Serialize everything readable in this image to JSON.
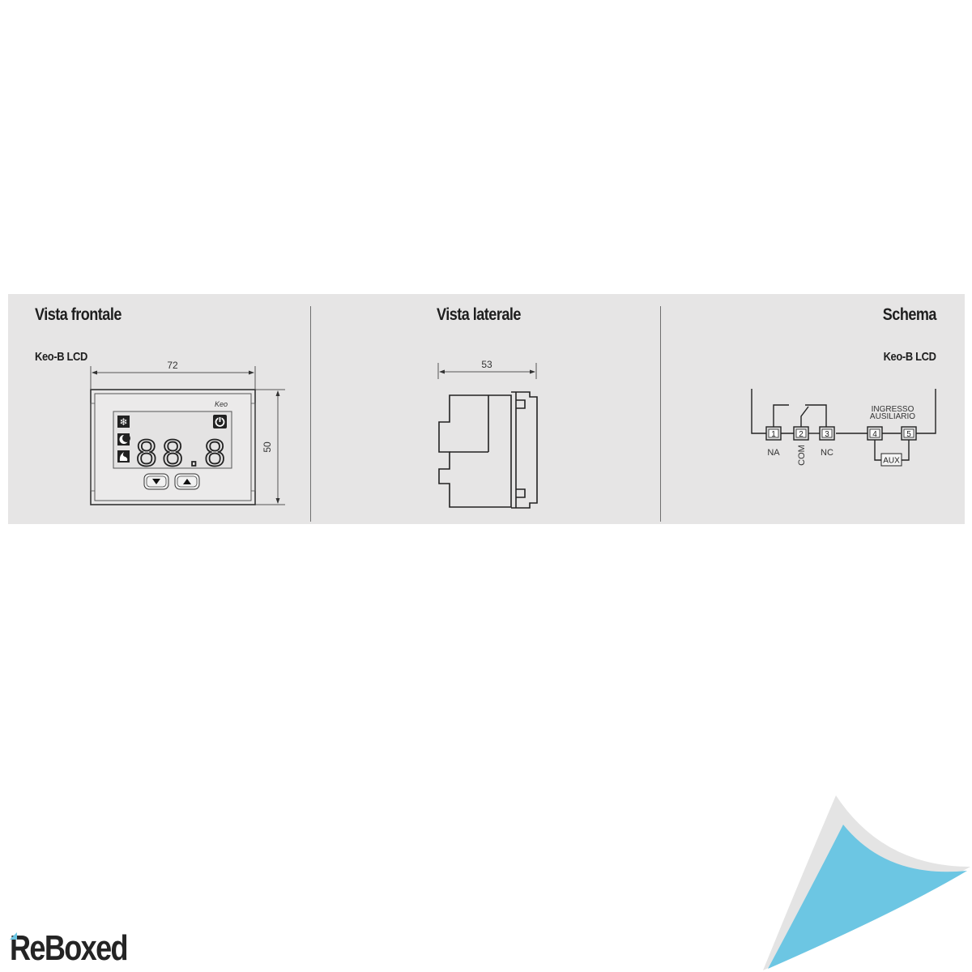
{
  "panel": {
    "background": "#e6e5e5",
    "sections": [
      {
        "id": "front",
        "title": "Vista frontale",
        "model": "Keo-B LCD",
        "dimensions": {
          "width": "72",
          "height": "50"
        },
        "device": {
          "brand_label": "Keo",
          "lcd_digits": "88.8",
          "icons": [
            "snowflake-icon",
            "moon-icon",
            "flame-icon",
            "power-icon"
          ],
          "buttons": [
            {
              "name": "down-button",
              "glyph": "▼"
            },
            {
              "name": "up-button",
              "glyph": "▲"
            }
          ]
        }
      },
      {
        "id": "side",
        "title": "Vista laterale",
        "dimensions": {
          "depth": "53"
        }
      },
      {
        "id": "schema",
        "title": "Schema",
        "model": "Keo-B LCD",
        "terminals": [
          {
            "num": "1",
            "label": "NA"
          },
          {
            "num": "2",
            "label": "COM"
          },
          {
            "num": "3",
            "label": "NC"
          },
          {
            "num": "4",
            "label": ""
          },
          {
            "num": "5",
            "label": ""
          }
        ],
        "aux_input_label_line1": "INGRESSO",
        "aux_input_label_line2": "AUSILIARIO",
        "aux_box_label": "AUX"
      }
    ]
  },
  "branding": {
    "logo_text": "ReBoxed",
    "accent_color": "#6cc6e3"
  }
}
